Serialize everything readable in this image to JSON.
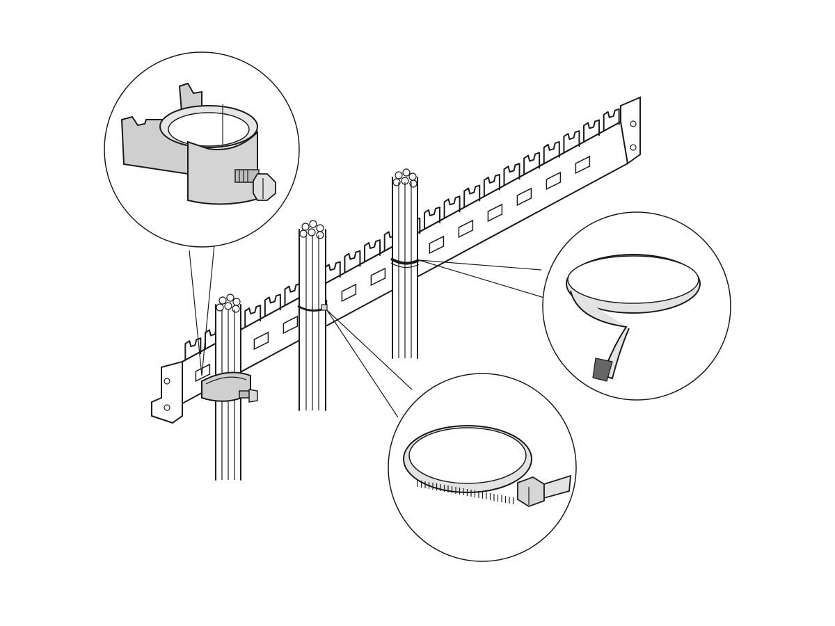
{
  "figure": {
    "subject": "cable-mounting-rail-with-fasteners",
    "colors": {
      "line": "#1a1a1a",
      "metal": "#d9d9d9",
      "metal_dark": "#bdbdbd",
      "strap": "#e3e3e3",
      "background": "#ffffff"
    },
    "callouts": [
      {
        "name": "cable-clamp-detail",
        "icon": "clamp-with-bolt"
      },
      {
        "name": "hook-and-loop-strap-detail",
        "icon": "velcro-strap-roll"
      },
      {
        "name": "cable-tie-detail",
        "icon": "cable-tie"
      }
    ],
    "cable_bundles": [
      {
        "name": "left-bundle",
        "fastener": "cable-clamp"
      },
      {
        "name": "middle-bundle",
        "fastener": "cable-tie"
      },
      {
        "name": "right-bundle",
        "fastener": "hook-and-loop-strap"
      }
    ]
  }
}
